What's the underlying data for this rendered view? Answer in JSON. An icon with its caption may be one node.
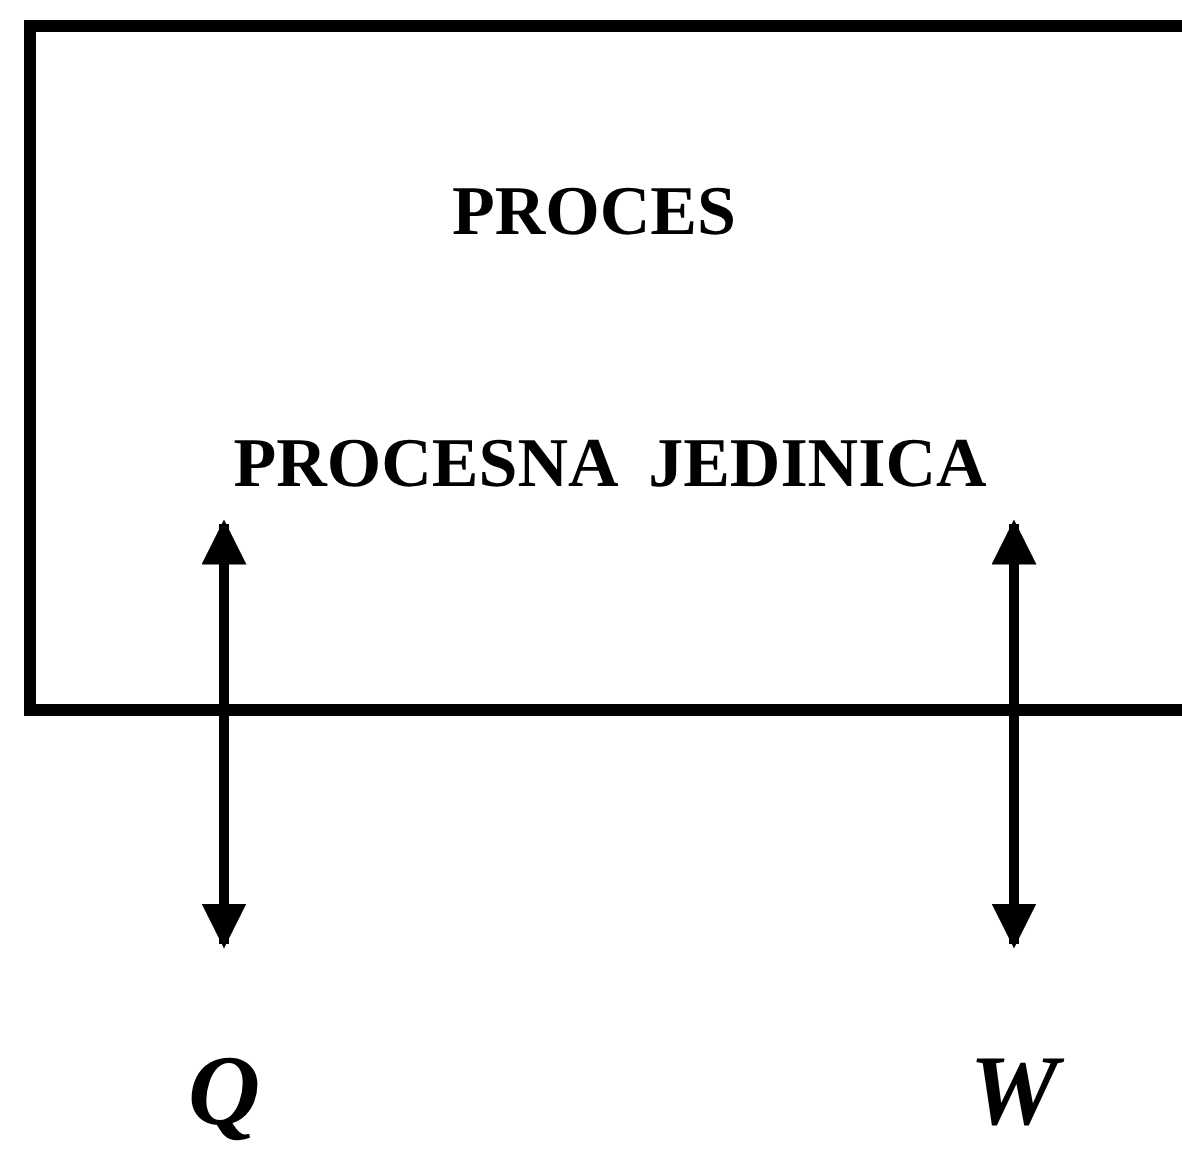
{
  "diagram": {
    "nodes": [
      {
        "text": [
          "PROCES",
          "PROCESNA JEDINICA"
        ]
      },
      {
        "text": [
          "Q"
        ]
      },
      {
        "text": [
          "W"
        ]
      }
    ],
    "edges": [
      {
        "from": 0,
        "to": 1,
        "arrow": "both"
      },
      {
        "from": 0,
        "to": 2,
        "arrow": "both"
      }
    ]
  }
}
